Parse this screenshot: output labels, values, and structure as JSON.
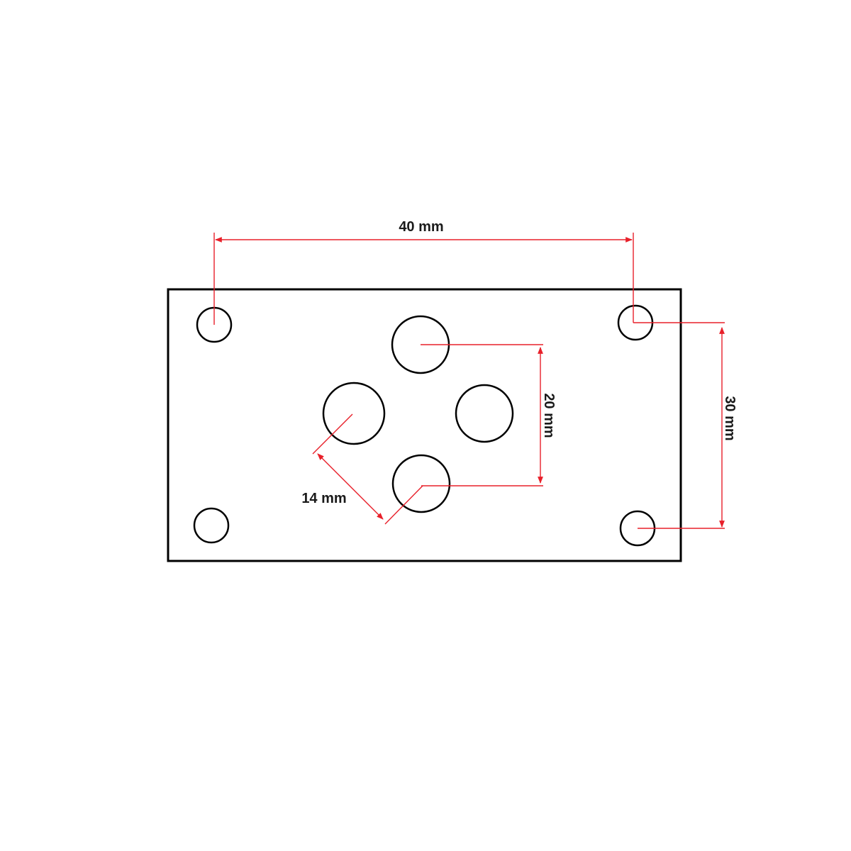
{
  "colors": {
    "outline": "#000000",
    "dimension": "#e8202a",
    "background": "#ffffff"
  },
  "plate": {
    "mounting_holes": 4,
    "port_holes": 4
  },
  "dimensions": {
    "mounting_width": "40 mm",
    "mounting_height": "30 mm",
    "port_vertical_spacing": "20 mm",
    "port_diagonal_spacing": "14 mm"
  }
}
